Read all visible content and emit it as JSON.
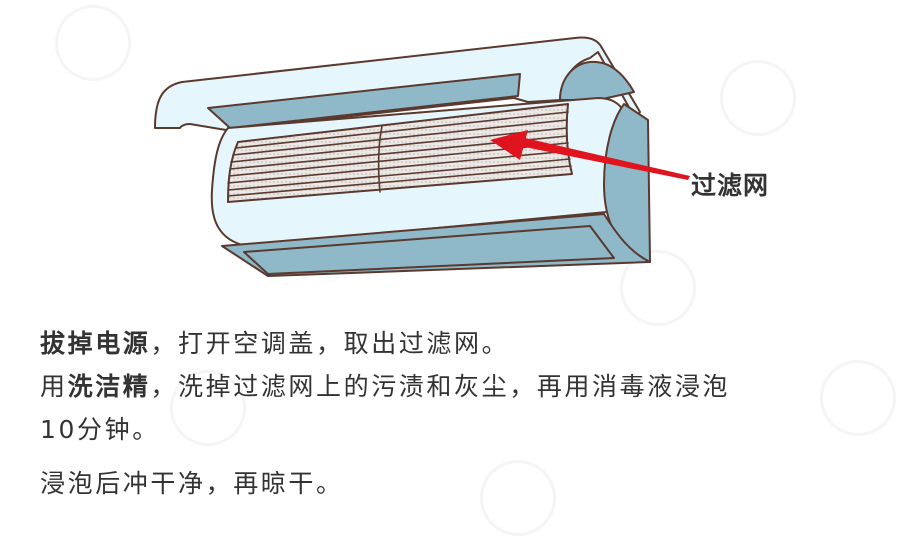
{
  "illustration": {
    "subject": "wall-mounted air conditioner with front panel opened, filter exposed",
    "callout": {
      "label": "过滤网",
      "arrow_color": "#e0141e"
    },
    "colors": {
      "outline": "#5a3a2e",
      "body_light": "#e6f6fd",
      "body_shadow": "#8fb8c9",
      "filter_mesh": "#e4dedc"
    }
  },
  "instructions": {
    "step1": {
      "bold": "拔掉电源",
      "rest": "，打开空调盖，取出过滤网。"
    },
    "step2": {
      "pre": "用",
      "bold": "洗洁精",
      "rest": "，洗掉过滤网上的污渍和灰尘，再用消毒液浸泡",
      "cont": "10分钟。"
    },
    "step3": {
      "text": "浸泡后冲干净，再晾干。"
    }
  }
}
